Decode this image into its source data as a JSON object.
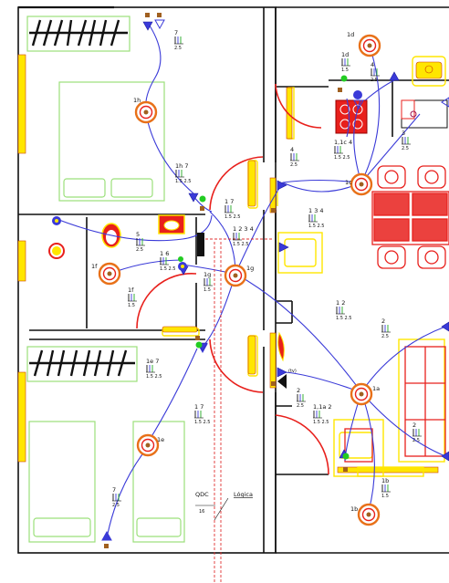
{
  "colors": {
    "wall": "#111111",
    "wire": "#3a3ad8",
    "furniture": "#9be07a",
    "yellow": "#ffe600",
    "red": "#e8201c",
    "outlet": "#e87018",
    "green": "#22cc22",
    "conduit_red": "#e03030"
  },
  "icons": [
    "ceiling-light-icon",
    "wall-switch-icon",
    "outlet-triangle-icon",
    "wall-light-icon",
    "junction-box-icon",
    "panel-icon"
  ],
  "lights": [
    {
      "id": "light-1d",
      "label": "1d"
    },
    {
      "id": "light-1h",
      "label": "1h"
    },
    {
      "id": "light-1c",
      "label": "1c"
    },
    {
      "id": "light-1g",
      "label": "1g"
    },
    {
      "id": "light-1f",
      "label": "1f"
    },
    {
      "id": "light-1a",
      "label": "1a"
    },
    {
      "id": "light-1e",
      "label": "1e"
    },
    {
      "id": "light-1b",
      "label": "1b"
    }
  ],
  "circuit_labels": [
    {
      "id": "lbl-7-top",
      "text": "7",
      "sub": "2.5"
    },
    {
      "id": "lbl-1d-sw",
      "text": "1d",
      "sub": "1.5"
    },
    {
      "id": "lbl-4-kitchen",
      "text": "4",
      "sub": "2.5"
    },
    {
      "id": "lbl-1h7",
      "text": "1h 7",
      "sub": "1.5 2.5"
    },
    {
      "id": "lbl-3",
      "text": "3",
      "sub": "2.5"
    },
    {
      "id": "lbl-1c4",
      "text": "1,1c 4",
      "sub": "1.5 2.5"
    },
    {
      "id": "lbl-4-left",
      "text": "4",
      "sub": "2.5"
    },
    {
      "id": "lbl-17",
      "text": "1 7",
      "sub": "1.5 2.5"
    },
    {
      "id": "lbl-1234-a",
      "text": "1 2 3 4",
      "sub": "1.5 2.5"
    },
    {
      "id": "lbl-1234-b",
      "text": "1 3 4",
      "sub": "1.5 2.5"
    },
    {
      "id": "lbl-5",
      "text": "5",
      "sub": "2.5"
    },
    {
      "id": "lbl-16",
      "text": "1 6",
      "sub": "1.5 2.5"
    },
    {
      "id": "lbl-1g",
      "text": "1g",
      "sub": "1.5"
    },
    {
      "id": "lbl-1f",
      "text": "1f",
      "sub": "1.5"
    },
    {
      "id": "lbl-12-right",
      "text": "1 2",
      "sub": "1.5 2.5"
    },
    {
      "id": "lbl-2-right",
      "text": "2",
      "sub": "2.5"
    },
    {
      "id": "lbl-1e7",
      "text": "1e 7",
      "sub": "1.5 2.5"
    },
    {
      "id": "lbl-2-mid",
      "text": "2",
      "sub": "2.5"
    },
    {
      "id": "lbl-1a2",
      "text": "1,1a 2",
      "sub": "1.5 2.5"
    },
    {
      "id": "lbl-17-b",
      "text": "1 7",
      "sub": "1.5 2.5"
    },
    {
      "id": "lbl-2-low",
      "text": "2",
      "sub": "2.5"
    },
    {
      "id": "lbl-1b",
      "text": "1b",
      "sub": "1.5"
    },
    {
      "id": "lbl-7-low",
      "text": "7",
      "sub": "2.5"
    }
  ],
  "panel": {
    "name": "QDC",
    "sub": "16"
  },
  "logic_label": "Lógica",
  "tv_marker": "(tv)"
}
